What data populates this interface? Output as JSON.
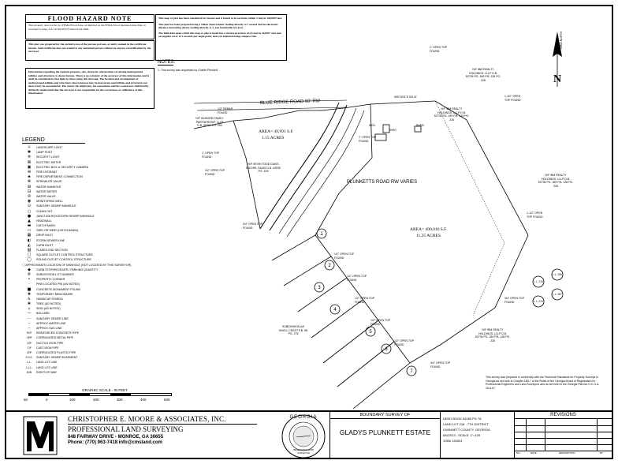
{
  "flood": {
    "title": "FLOOD HAZARD NOTE",
    "text": "This property does not lie in a FEMA Flood Zone, as depicted on the FEMA Flood Insurance Rate Map of Gwinnett County, GA 13135C0021F Dated 9-29-2006."
  },
  "note_exclusive": "This plat was prepared for the exclusive use of the person, persons, or entity named in the certificate hereon. Said certificate does not extend to any unnamed person without an express recertification by the surveyor.",
  "note_utilities": "Information regarding the reputed presence, size, character and location of existing underground utilities and structures is shown hereon. There is no certainty of the accuracy of this information and it shall be considered in that light by those using this drawing. The location and arrangement of underground utilities and structures shown hereon may be inaccurate and utilities and structures not shown may be encountered. The owner, his employees, his consultants and his contractors shall hereby distinctly understand that the surveyor is not responsible for the correctness or sufficiency of this information.",
  "accuracy": {
    "p1": "This map or plat has been calculated for closure and is found to be accurate within 1 foot in 100,000+feet.",
    "p2": "This plat has been prepared using a Nikon Total Station reading directly to 1 second and an electronic distance measuring device reading directly to 1, one hundredth of a foot.",
    "p3": "The field data upon which this map or plat is based has a closure precision of (1) foot in 25,000+ feet and an angular error of 1 seconds per angle point, and was adjusted using compass rule."
  },
  "notes": {
    "title": "NOTES:",
    "item": "1. This survey was requested by Charlie Plunkett."
  },
  "legend": {
    "title": "LEGEND",
    "items": [
      {
        "icon": "☼",
        "label": "LANDSCAPE LIGHT"
      },
      {
        "icon": "✱",
        "label": "LAMP POST"
      },
      {
        "icon": "✲",
        "label": "SECURITY LIGHT"
      },
      {
        "icon": "⊠",
        "label": "ELECTRIC METER"
      },
      {
        "icon": "▣",
        "label": "ELECTRIC BOX or SECURITY CAMERA"
      },
      {
        "icon": "⊕",
        "label": "FIRE HYDRANT"
      },
      {
        "icon": "◈",
        "label": "FIRE DEPARTMENT CONNECTION"
      },
      {
        "icon": "⊗",
        "label": "SPRINKLER VALVE"
      },
      {
        "icon": "⊞",
        "label": "WATER MANHOLE"
      },
      {
        "icon": "⊟",
        "label": "WATER METER"
      },
      {
        "icon": "⊘",
        "label": "WATER VALVE"
      },
      {
        "icon": "◉",
        "label": "MONITORING WELL"
      },
      {
        "icon": "⊙",
        "label": "SANITARY SEWER MANHOLE"
      },
      {
        "icon": "○",
        "label": "CLEAN OUT"
      },
      {
        "icon": "●",
        "label": "JUNCTION BOX/STORM SEWER MANHOLE"
      },
      {
        "icon": "▲",
        "label": "HEADWALL"
      },
      {
        "icon": "▬",
        "label": "CATCH BASIN"
      },
      {
        "icon": "▭",
        "label": "GRID OR WEIR (CATCH BASIN)"
      },
      {
        "icon": "▦",
        "label": "DROP INLET"
      },
      {
        "icon": "◐",
        "label": "STORM SEWER LINE"
      },
      {
        "icon": "◭",
        "label": "CURB INLET"
      },
      {
        "icon": "▧",
        "label": "FLARED END SECTION"
      },
      {
        "icon": "□",
        "label": "SQUARE OUTLET CONTROL STRUCTURE"
      },
      {
        "icon": "◯",
        "label": "ROUND OUTLET CONTROL STRUCTURE"
      },
      {
        "icon": "◌",
        "label": "APPROXIMATE LOCATION OF MANHOLE (NOT LOCATED BY THIS SURVEYOR)"
      },
      {
        "icon": "◆",
        "label": "CURB STOP/RECEIVER / PARKING QUANTITY"
      },
      {
        "icon": "⑥",
        "label": "SUBDIVISION LOT NUMBER"
      },
      {
        "icon": "•",
        "label": "PROPERTY CORNER"
      },
      {
        "icon": "◦",
        "label": "PINS LOCATED PIN (AS NOTED)"
      },
      {
        "icon": "■",
        "label": "CONCRETE MONUMENT FOUND"
      },
      {
        "icon": "✚",
        "label": "TEMPORARY BENCHMARK"
      },
      {
        "icon": "♿",
        "label": "HANDICAP SYMBOL"
      },
      {
        "icon": "❀",
        "label": "TREE (AS NOTED)"
      },
      {
        "icon": "┬",
        "label": "SIGN (AS NOTED)"
      },
      {
        "icon": "—",
        "label": "BOLLARD"
      },
      {
        "icon": "⋯",
        "label": "SANITARY SEWER LINE"
      },
      {
        "icon": "╌",
        "label": "APPROX WATER LINE"
      },
      {
        "icon": "┄",
        "label": "APPROX GAS LINE"
      },
      {
        "icon": "RCP",
        "label": "REINFORCED CONCRETE PIPE"
      },
      {
        "icon": "CMP",
        "label": "CORRUGATED METAL PIPE"
      },
      {
        "icon": "DIP",
        "label": "DUCTILE IRON PIPE"
      },
      {
        "icon": "CIP",
        "label": "CAST IRON PIPE"
      },
      {
        "icon": "CPP",
        "label": "CORRUGATED PLASTIC PIPE"
      },
      {
        "icon": "S.S.E.",
        "label": "SANITARY SEWER EASEMENT"
      },
      {
        "icon": "L.L.",
        "label": "LAND LOT LINE"
      },
      {
        "icon": "L.L.L.",
        "label": "LAND LOT LINE"
      },
      {
        "icon": "R/W",
        "label": "RIGHT-OF-WAY"
      }
    ]
  },
  "scale": {
    "title": "GRAPHIC SCALE - IN FEET",
    "ticks": [
      "50",
      "0",
      "100",
      "200",
      "300",
      "400",
      "500"
    ]
  },
  "plan": {
    "road1": "BLUE RIDGE ROAD 60' RW",
    "road2": "PLUNKETTS ROAD RW VARIES",
    "area1": "AREA= 49,991 S.F.",
    "area1b": "1.15 ACRES",
    "area2": "AREA= 490,016 S.F.",
    "area2b": "11.25 ACRES",
    "owner_kilborn": "N/F KILBORN FAMILY PARTNERSHIP, LLLP D.B. 50260 PG. 254",
    "owner_kevin": "N/F KEVIN TODD DAVIS RACHEL DAVIS D.B. 43030 PG. 109",
    "owner_ibm1": "N/F IBM REALTY HOLDINGS, LLLP D.B. 52735 PG. 189 P.B. 128 PG. 226",
    "owner_ibm2": "N/F IBM REALTY HOLDINGS, LLLP D.B. 52735 PG. 189 P.B. 128 PG. 226",
    "owner_ibm3": "N/F IBM REALTY HOLDINGS, LLLP D.B. 52735 PG. 189 P.B. 128 PG. 226",
    "owner_ibm4": "N/F IBM REALTY HOLDINGS, LLLP D.B. 52735 PG. 189 P.B. 128 PG. 226",
    "subdivision": "SUBDIVISION AS KNOLL CREST P.B. 58 PG. 276",
    "lots": [
      "1",
      "2",
      "3",
      "4",
      "5",
      "6",
      "7"
    ],
    "ll_labels": [
      "L.L. 218",
      "L.L. 186",
      "L.L. 187",
      "L.L. 219"
    ],
    "pins": [
      "1\" OPEN TOP FOUND",
      "1/2\" REBAR FOUND",
      "1\" OPEN TOP FOUND",
      "1/2\" OPEN TOP FOUND",
      "3/4\" OPEN TOP FOUND",
      "1/2\" OPEN TOP FOUND",
      "1/2\" OPEN TOP FOUND",
      "1/2\" OPEN TOP FOUND",
      "1/2\" OPEN TOP FOUND",
      "3/4\" OPEN TOP FOUND",
      "1/2\" OPEN TOP FOUND",
      "1-1/2\" OPEN TOP FOUND",
      "1-1/2\" OPEN TOP FOUND",
      "3/4\" OPEN TOP FOUND",
      "1\" OPEN TOP FOUND"
    ],
    "bearing_top": "S85°26'01\"E 330.01'",
    "shed": "SHED",
    "well": "WELL",
    "barn": "BARN"
  },
  "north": {
    "label": "GRID NORTH",
    "letter": "N"
  },
  "certification": "This survey was prepared in conformity with the Technical Standards for Property Surveys in Georgia as set forth in Chapter 180-7 of the Rules of the Georgia Board of Registration for Professional Engineers and Land Surveyors and as set forth in the Georgia Plat Act O.C.G.A. 15-6-67.",
  "titleblock": {
    "company": "CHRISTOPHER E. MOORE & ASSOCIATES, INC.",
    "discipline": "PROFESSIONAL LAND SURVEYING",
    "address": "848 FAIRWAY DRIVE - MONROE, GA 30655",
    "phone": "Phone: (770) 963-7418 info@cmsland.com",
    "seal_text": "GEORGIA",
    "seal_sub": "REGISTERED LAND SURVEYOR",
    "boundary_of": "BOUNDARY SURVEY OF",
    "project": "GLADYS PLUNKETT ESTATE",
    "deed": "DEED BOOK 54265 PG 78",
    "landlot": "LAND LOT 218 - 7TH DISTRICT",
    "county": "GWINNETT COUNTY, GEORGIA",
    "date_scale": "6/6/2013 - SCALE: 1\"=100'",
    "job": "JOB# 130524",
    "revisions": "REVISIONS",
    "rev_cols": [
      "NO.",
      "DATE",
      "DESCRIPTION",
      "BY"
    ]
  }
}
